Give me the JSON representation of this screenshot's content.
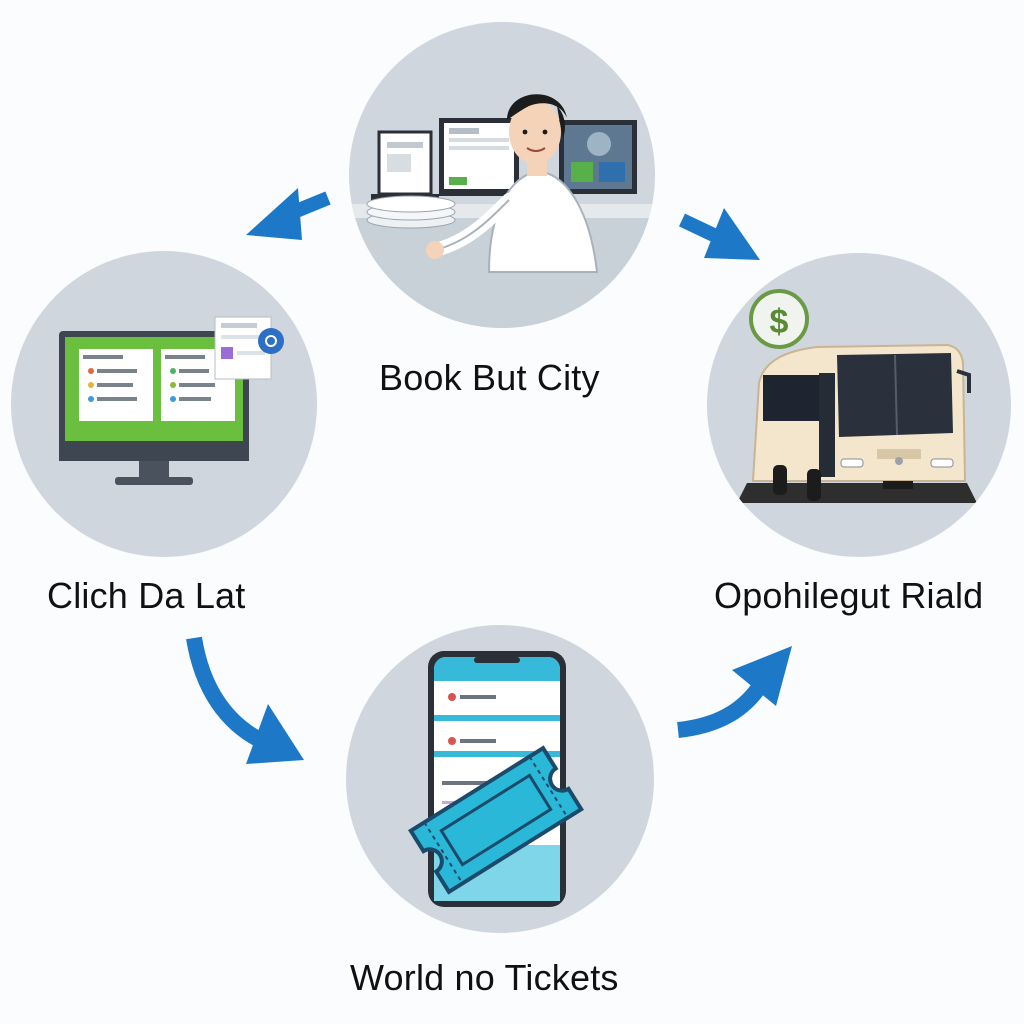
{
  "diagram": {
    "colors": {
      "background": "#fbfcfd",
      "circle": "#cfd6de",
      "arrow": "#1e78c8",
      "text": "#111111"
    },
    "steps": [
      {
        "id": "agent-desk",
        "label": "Book  But City",
        "icon": "person-at-computer-icon"
      },
      {
        "id": "bus",
        "label": "Opohilegut Riald",
        "icon": "bus-icon",
        "badge_icon": "dollar-icon",
        "badge_text": "$"
      },
      {
        "id": "desktop",
        "label": "Clich Da Lat",
        "icon": "desktop-computer-icon"
      },
      {
        "id": "phone",
        "label": "World no Tickets",
        "icon": "smartphone-ticket-icon"
      }
    ],
    "arrows": [
      {
        "id": "arrow-top-left",
        "direction": "down-left"
      },
      {
        "id": "arrow-top-right",
        "direction": "down-right"
      },
      {
        "id": "arrow-left-down",
        "direction": "down-right"
      },
      {
        "id": "arrow-bottom-right",
        "direction": "up-right"
      }
    ]
  }
}
